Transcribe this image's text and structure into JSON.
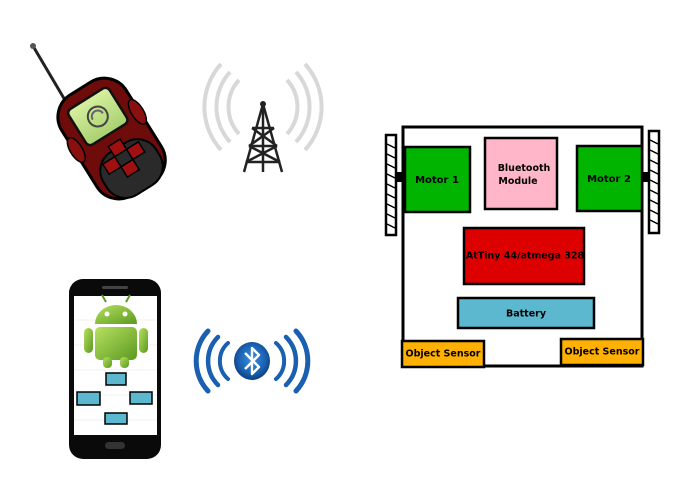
{
  "diagram": {
    "robot": {
      "motor_left_label": "Motor 1",
      "motor_right_label": "Motor 2",
      "bluetooth_label_line1": "Bluetooth",
      "bluetooth_label_line2": "Module",
      "mcu_label": "AtTiny 44/atmega 328",
      "battery_label": "Battery",
      "sensor_left_label": "Object Sensor",
      "sensor_right_label": "Object Sensor"
    },
    "icons": {
      "remote": "rc-transmitter-icon",
      "tower": "radio-tower-icon",
      "phone": "android-phone-icon",
      "bluetooth": "bluetooth-icon"
    },
    "colors": {
      "motor": "#00b400",
      "bluetooth": "#ffb6c8",
      "mcu": "#dd0000",
      "battery": "#5bb8cf",
      "sensor": "#ffb000",
      "outline": "#000000"
    }
  }
}
